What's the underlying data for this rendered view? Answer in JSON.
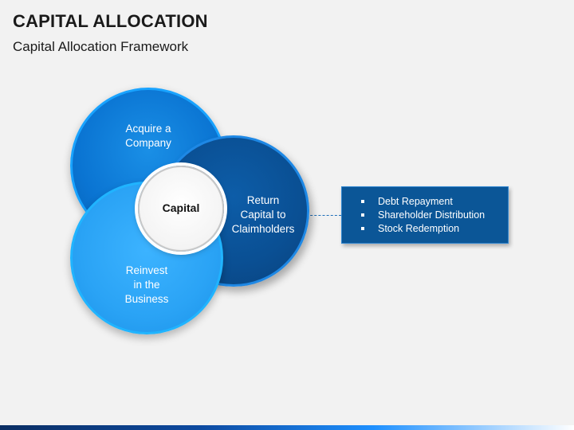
{
  "header": {
    "title": "CAPITAL ALLOCATION",
    "subtitle": "Capital Allocation Framework"
  },
  "diagram": {
    "top": "Acquire a Company",
    "right": "Return Capital to Claimholders",
    "bottom": "Reinvest in the Business",
    "center": "Capital"
  },
  "details": {
    "items": [
      "Debt Repayment",
      "Shareholder Distribution",
      "Stock Redemption"
    ]
  },
  "colors": {
    "dark_blue": "#0a4f93",
    "mid_blue": "#0a74d2",
    "light_blue": "#2aa3f5",
    "box_blue": "#0b5697"
  }
}
